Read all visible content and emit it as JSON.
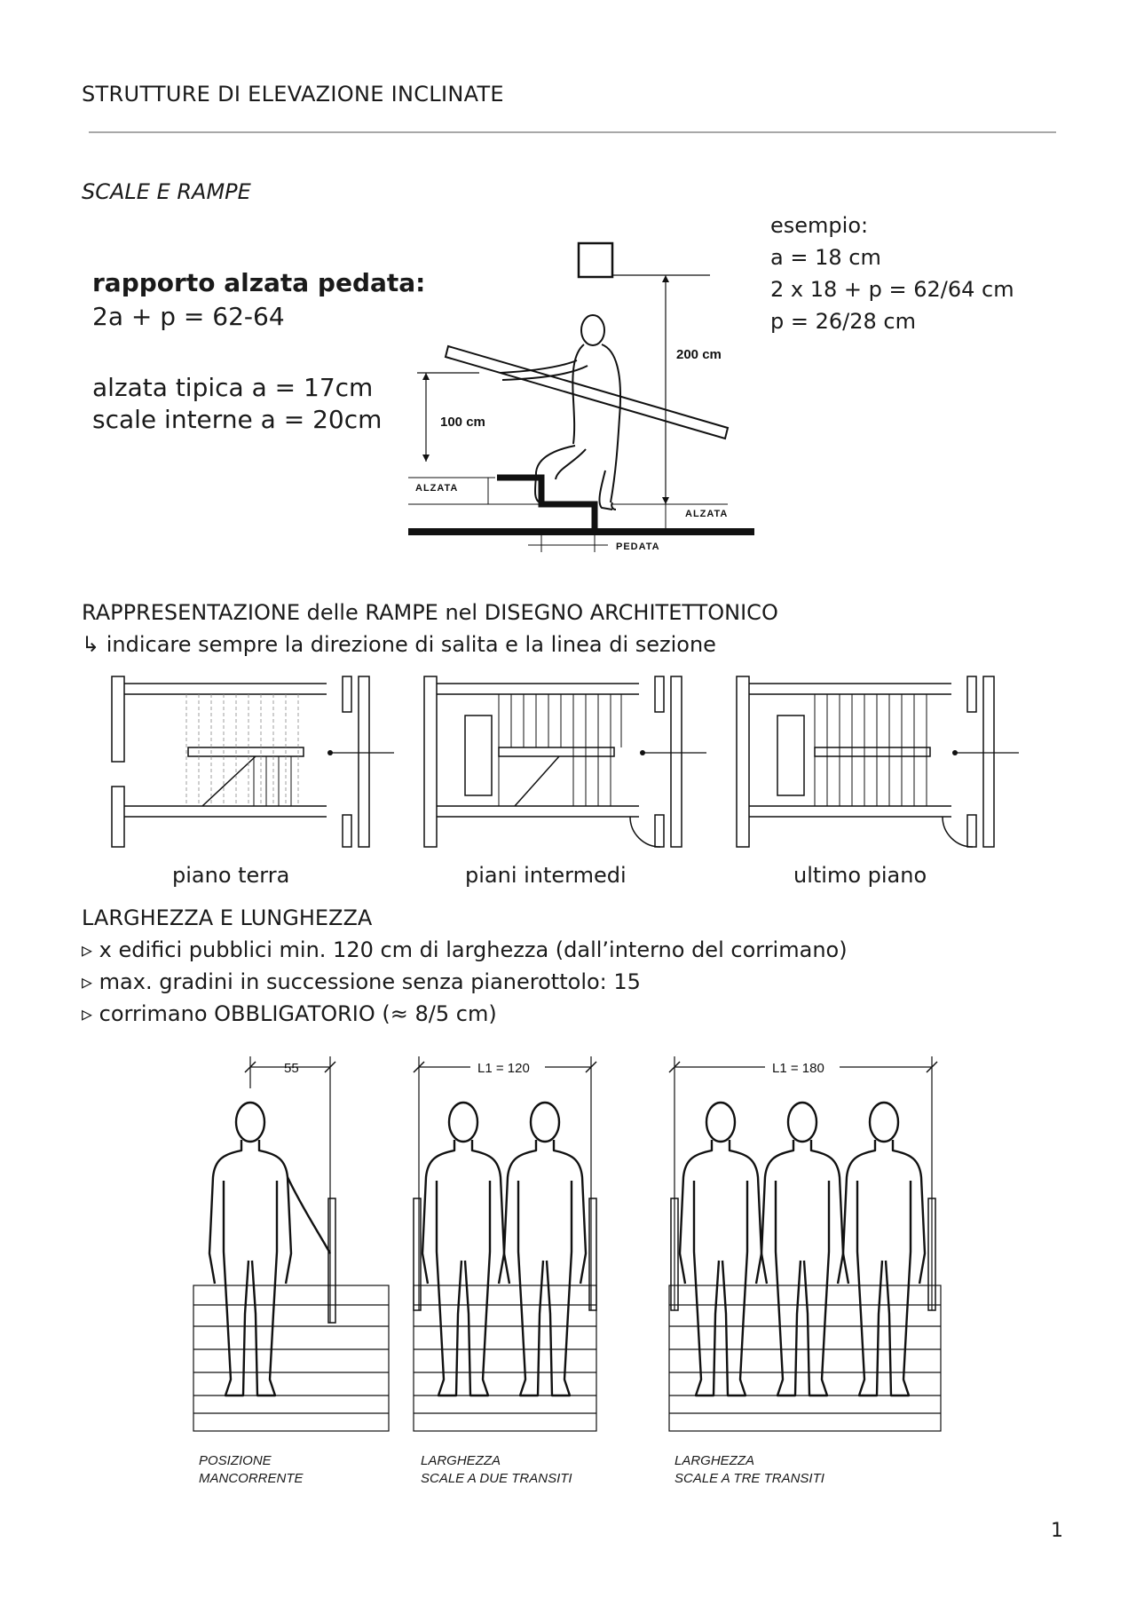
{
  "header": {
    "title": "STRUTTURE DI ELEVAZIONE INCLINATE"
  },
  "section1": {
    "title": "SCALE E RAMPE",
    "formula_title": "rapporto alzata pedata:",
    "formula": "2a + p = 62-64",
    "typical": "alzata tipica a = 17cm",
    "internal": "scale interne a = 20cm",
    "example": [
      "esempio:",
      "a = 18 cm",
      "2 x 18 + p = 62/64 cm",
      "p = 26/28 cm"
    ],
    "diagram": {
      "label_200": "200 cm",
      "label_100": "100 cm",
      "alzata_left": "ALZATA",
      "alzata_right": "ALZATA",
      "pedata": "PEDATA"
    }
  },
  "section2": {
    "title": "RAPPRESENTAZIONE delle RAMPE nel DISEGNO ARCHITETTONICO",
    "note": "↳ indicare sempre la direzione di salita e la linea di sezione",
    "plans": [
      "piano terra",
      "piani intermedi",
      "ultimo piano"
    ]
  },
  "section3": {
    "title": "LARGHEZZA E LUNGHEZZA",
    "bullets": [
      "▹ x edifici pubblici min. 120 cm di larghezza (dall’interno del corrimano)",
      "▹ max. gradini in successione senza pianerottolo: 15",
      "▹ corrimano OBBLIGATORIO (≈ 8/5 cm)"
    ],
    "figures": {
      "dim1": "55",
      "dim2": "L1 = 120",
      "dim3": "L1 = 180",
      "caption1": [
        "POSIZIONE",
        "MANCORRENTE"
      ],
      "caption2": [
        "LARGHEZZA",
        "SCALE  A DUE TRANSITI"
      ],
      "caption3": [
        "LARGHEZZA",
        "SCALE  A TRE TRANSITI"
      ]
    }
  },
  "page": {
    "number": "1"
  },
  "icons": [
    "human-figure-icon",
    "staircase-plan-icon",
    "section-line-icon"
  ]
}
